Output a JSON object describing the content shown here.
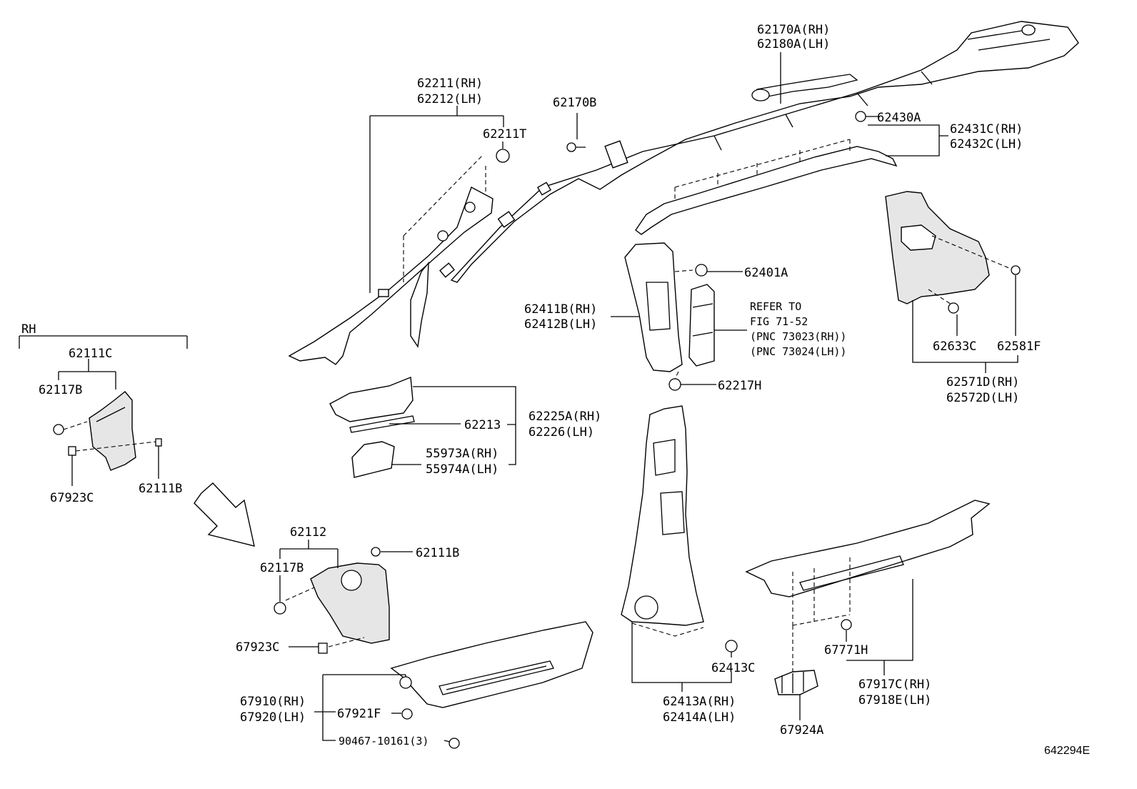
{
  "diagram": {
    "section_label_rh": "RH",
    "drawing_number": "642294E",
    "labels": {
      "p62170A": "62170A(RH)",
      "p62180A": "62180A(LH)",
      "p62211": "62211(RH)",
      "p62212": "62212(LH)",
      "p62170B": "62170B",
      "p62211T": "62211T",
      "p62430A": "62430A",
      "p62431C": "62431C(RH)",
      "p62432C": "62432C(LH)",
      "p62401A": "62401A",
      "p62411B": "62411B(RH)",
      "p62412B": "62412B(LH)",
      "refer_l1": "REFER TO",
      "refer_l2": "FIG 71-52",
      "refer_l3": "(PNC 73023(RH))",
      "refer_l4": "(PNC 73024(LH))",
      "p62633C": "62633C",
      "p62581F": "62581F",
      "p62571D": "62571D(RH)",
      "p62572D": "62572D(LH)",
      "p62217H": "62217H",
      "p62111C": "62111C",
      "p62117B_a": "62117B",
      "p67923C_a": "67923C",
      "p62111B_a": "62111B",
      "p62213": "62213",
      "p62225A": "62225A(RH)",
      "p62226": "62226(LH)",
      "p55973A": "55973A(RH)",
      "p55974A": "55974A(LH)",
      "p62112": "62112",
      "p62111B_b": "62111B",
      "p62117B_b": "62117B",
      "p67923C_b": "67923C",
      "p67910": "67910(RH)",
      "p67920": "67920(LH)",
      "p67921F": "67921F",
      "p90467": "90467-10161(3)",
      "p62413C": "62413C",
      "p62413A": "62413A(RH)",
      "p62414A": "62414A(LH)",
      "p67771H": "67771H",
      "p67917C": "67917C(RH)",
      "p67918E": "67918E(LH)",
      "p67924A": "67924A"
    }
  }
}
